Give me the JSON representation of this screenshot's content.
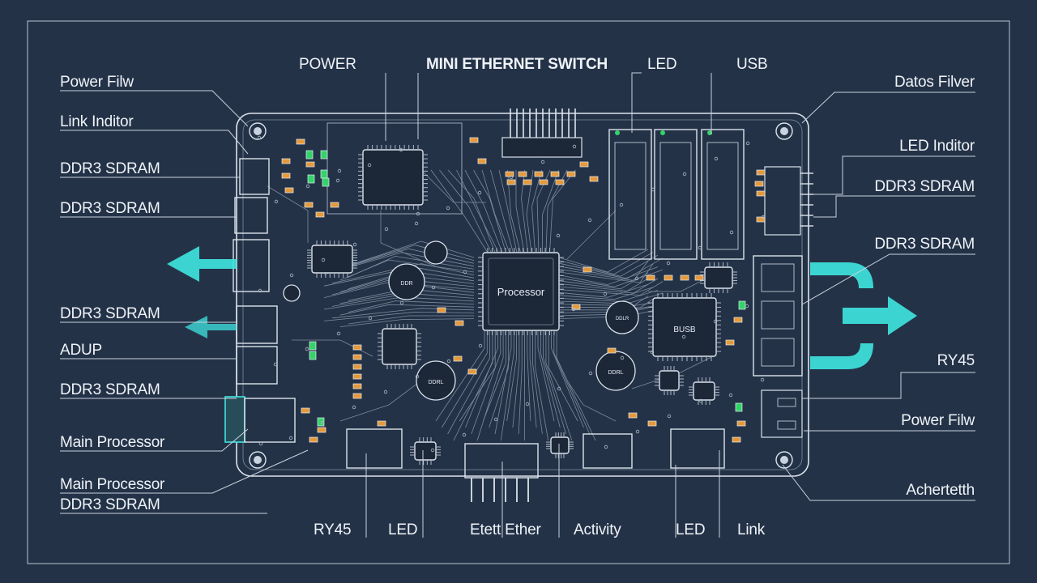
{
  "colors": {
    "background": "#243247",
    "line": "#c9d3df",
    "board_line": "#dbe3ec",
    "accent_cyan": "#3fe6e0",
    "led_green": "#34d36a",
    "resistor_orange": "#e49a3c",
    "chip_fill": "#1c2738"
  },
  "title": "MINI ETHERNET SWITCH",
  "top_labels": {
    "power": "POWER",
    "led": "LED",
    "usb": "USB"
  },
  "left_labels": {
    "l1": "Power Filw",
    "l2": "Link Inditor",
    "l3": "DDR3 SDRAM",
    "l4": "DDR3 SDRAM",
    "l5": "DDR3 SDRAM",
    "l6": "ADUP",
    "l7": "DDR3 SDRAM",
    "l8": "Main Processor",
    "l9": "Main Processor",
    "l10": "DDR3 SDRAM"
  },
  "right_labels": {
    "r1": "Datos Filver",
    "r2": "LED Inditor",
    "r3": "DDR3 SDRAM",
    "r4": "DDR3 SDRAM",
    "r5": "RY45",
    "r6": "Power Filw",
    "r7": "Achertetth"
  },
  "bottom_labels": {
    "b1": "RY45",
    "b2": "LED",
    "b3": "Etett Ether",
    "b4": "Activity",
    "b5": "LED",
    "b6": "Link"
  },
  "chip_labels": {
    "processor": "Processor",
    "busb": "BUSB",
    "cap1": "DDR",
    "cap2": "DDRL",
    "cap3": "DDRL",
    "cap4": "DDLR"
  }
}
